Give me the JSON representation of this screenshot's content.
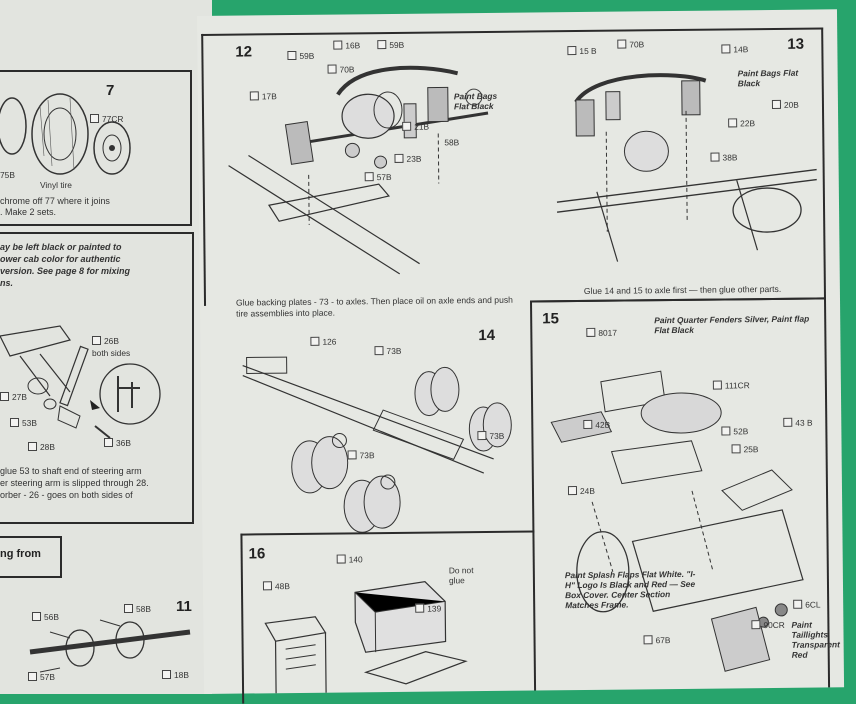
{
  "left_page": {
    "step7": {
      "number": "7",
      "part_box": "77CR",
      "part_75": "75B",
      "vinyl": "Vinyl tire",
      "text_line1": "chrome off 77 where it joins",
      "text_line2": ". Make 2 sets."
    },
    "paint_note": {
      "line1": "ay be left black or painted to",
      "line2": "ower cab color for authentic",
      "line3": "version. See page 8 for mixing",
      "line4": "ns."
    },
    "steering": {
      "part_26": "26B",
      "both": "both sides",
      "part_27": "27B",
      "part_53": "53B",
      "part_28": "28B",
      "part_36": "36B",
      "text_line1": "glue 53 to shaft end of steering arm",
      "text_line2": "er steering arm is slipped through 28.",
      "text_line3": "orber - 26 - goes on both sides of"
    },
    "banner": "ng from",
    "step11": {
      "number": "11",
      "p56": "56B",
      "p58": "58B",
      "p57": "57B",
      "p18": "18B"
    }
  },
  "step12": {
    "number": "12",
    "p59a": "59B",
    "p16": "16B",
    "p59b": "59B",
    "p70": "70B",
    "p17": "17B",
    "p21": "21B",
    "p58": "58B",
    "p23": "23B",
    "p57": "57B",
    "paint": "Paint Bags Flat Black"
  },
  "step13": {
    "number": "13",
    "p15": "15 B",
    "p70": "70B",
    "p14": "14B",
    "p20": "20B",
    "p22": "22B",
    "p38": "38B",
    "paint": "Paint Bags Flat Black",
    "caption": "Glue 14 and 15 to axle first — then glue other parts."
  },
  "step14": {
    "number": "14",
    "caption": "Glue backing plates - 73 - to axles. Then place oil on axle ends and push tire assemblies into place.",
    "p126": "126",
    "p73a": "73B",
    "p73b": "73B",
    "p73c": "73B"
  },
  "step15": {
    "number": "15",
    "p8017": "8017",
    "paint_top": "Paint Quarter Fenders Silver, Paint flap Flat Black",
    "p111": "111CR",
    "p42": "42B",
    "p52": "52B",
    "p25": "25B",
    "p43": "43 B",
    "p24": "24B",
    "p90": "90CR",
    "p6cl": "6CL",
    "p67": "67B",
    "splash_note": "Paint Splash Flaps Flat White. \"I-H\" Logo Is Black and Red — See Box Cover. Center Section Matches Frame.",
    "taillight_note": "Paint Taillights Transparent Red"
  },
  "step16": {
    "number": "16",
    "p140": "140",
    "p48": "48B",
    "p139": "139",
    "noglue": "Do not glue"
  }
}
